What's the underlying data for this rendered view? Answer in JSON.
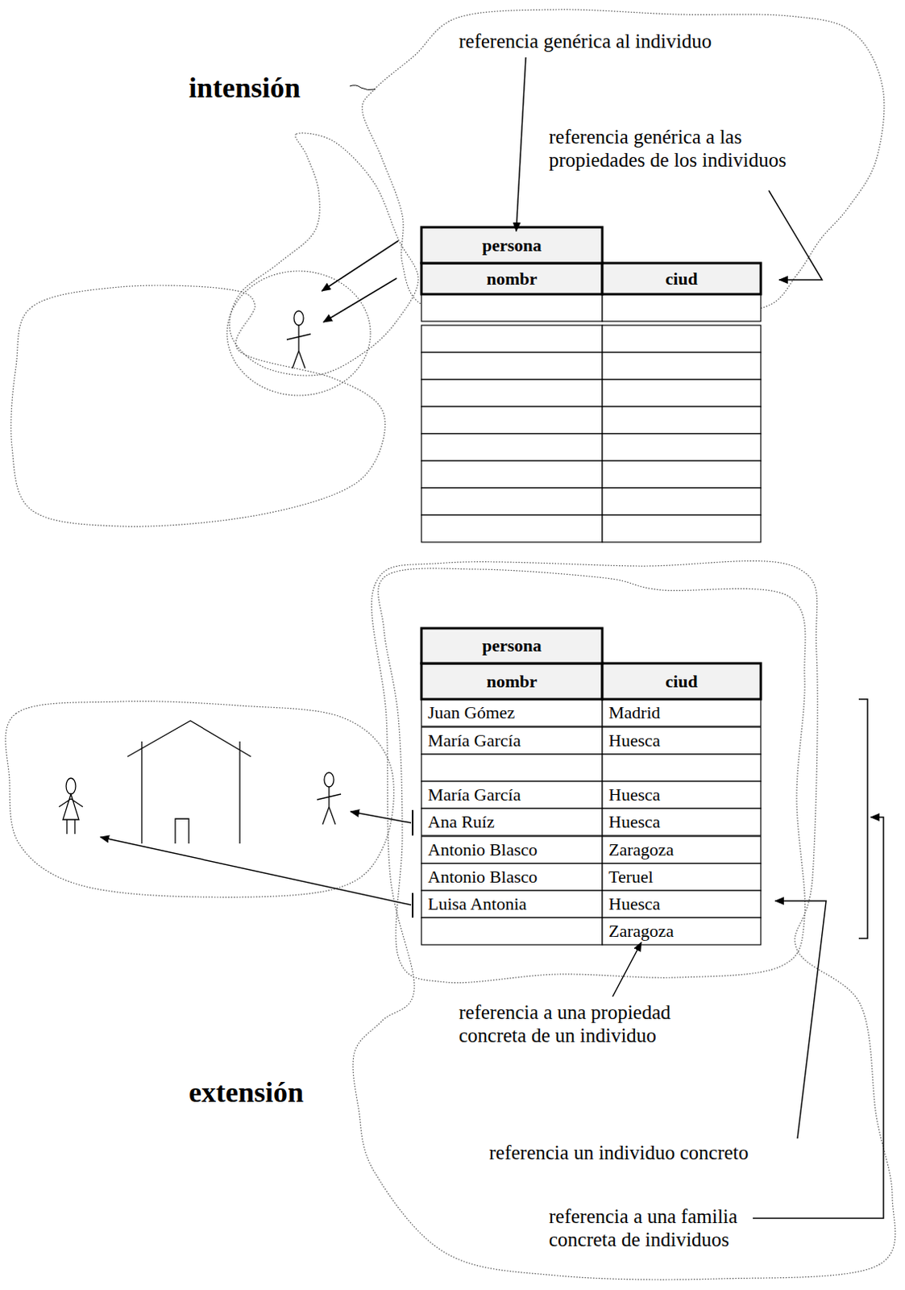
{
  "diagram": {
    "labels": [
      "referencia genérica al individuo",
      "intensión",
      "referencia genérica a las propiedades de los individuos",
      "persona",
      "nombr",
      "ciud",
      "persona",
      "nombr",
      "ciud",
      "Juan Gómez",
      "Madrid",
      "María García",
      "Huesca",
      "María García",
      "Huesca",
      "Ana Ruíz",
      "Huesca",
      "Antonio Blasco",
      "Zaragoza",
      "Antonio Blasco",
      "Teruel",
      "Luisa Antonia",
      "Huesca",
      "Zaragoza",
      "referencia a una propiedad concreta de un individuo",
      "extensión",
      "referencia un individuo concreto",
      "referencia a una familia concreta de individuos"
    ]
  }
}
